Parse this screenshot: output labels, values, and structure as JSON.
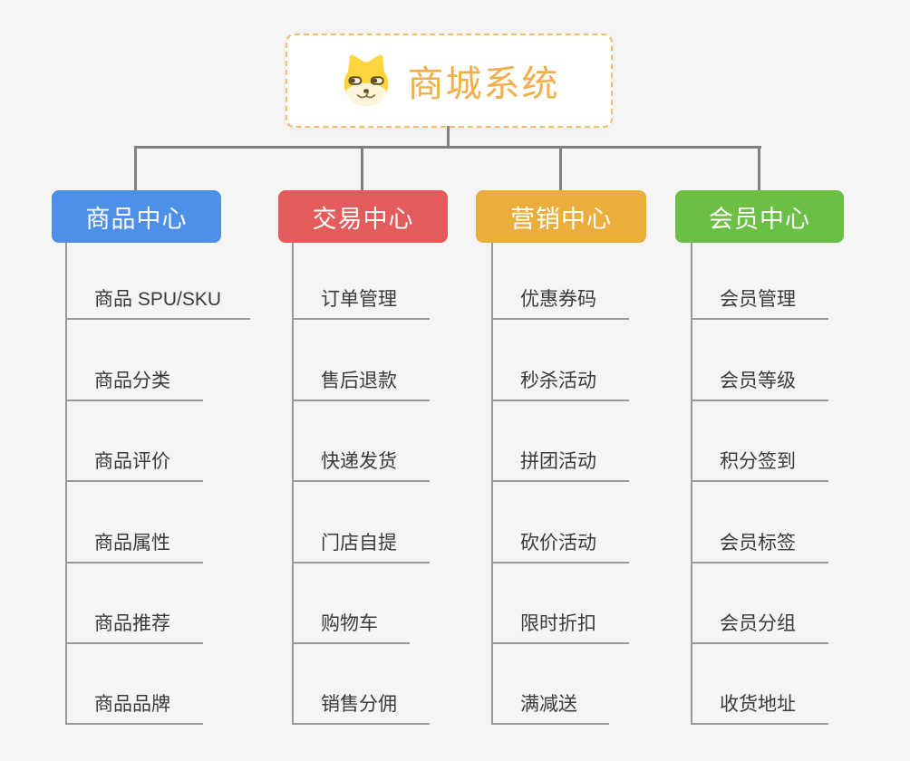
{
  "root": {
    "title": "商城系统",
    "icon": "shiba-dog-icon"
  },
  "branches": [
    {
      "label": "商品中心",
      "color": "#4e90e8",
      "children": [
        "商品 SPU/SKU",
        "商品分类",
        "商品评价",
        "商品属性",
        "商品推荐",
        "商品品牌"
      ]
    },
    {
      "label": "交易中心",
      "color": "#e45b5b",
      "children": [
        "订单管理",
        "售后退款",
        "快递发货",
        "门店自提",
        "购物车",
        "销售分佣"
      ]
    },
    {
      "label": "营销中心",
      "color": "#ebae3d",
      "children": [
        "优惠券码",
        "秒杀活动",
        "拼团活动",
        "砍价活动",
        "限时折扣",
        "满减送"
      ]
    },
    {
      "label": "会员中心",
      "color": "#6dbe45",
      "children": [
        "会员管理",
        "会员等级",
        "积分签到",
        "会员标签",
        "会员分组",
        "收货地址"
      ]
    }
  ],
  "colors": {
    "background": "#f5f5f5",
    "root_accent": "#f2ae4b",
    "root_border": "#f2bc6b",
    "connector_gray": "#808080",
    "child_line_gray": "#999999",
    "child_text": "#3a3a3a"
  }
}
